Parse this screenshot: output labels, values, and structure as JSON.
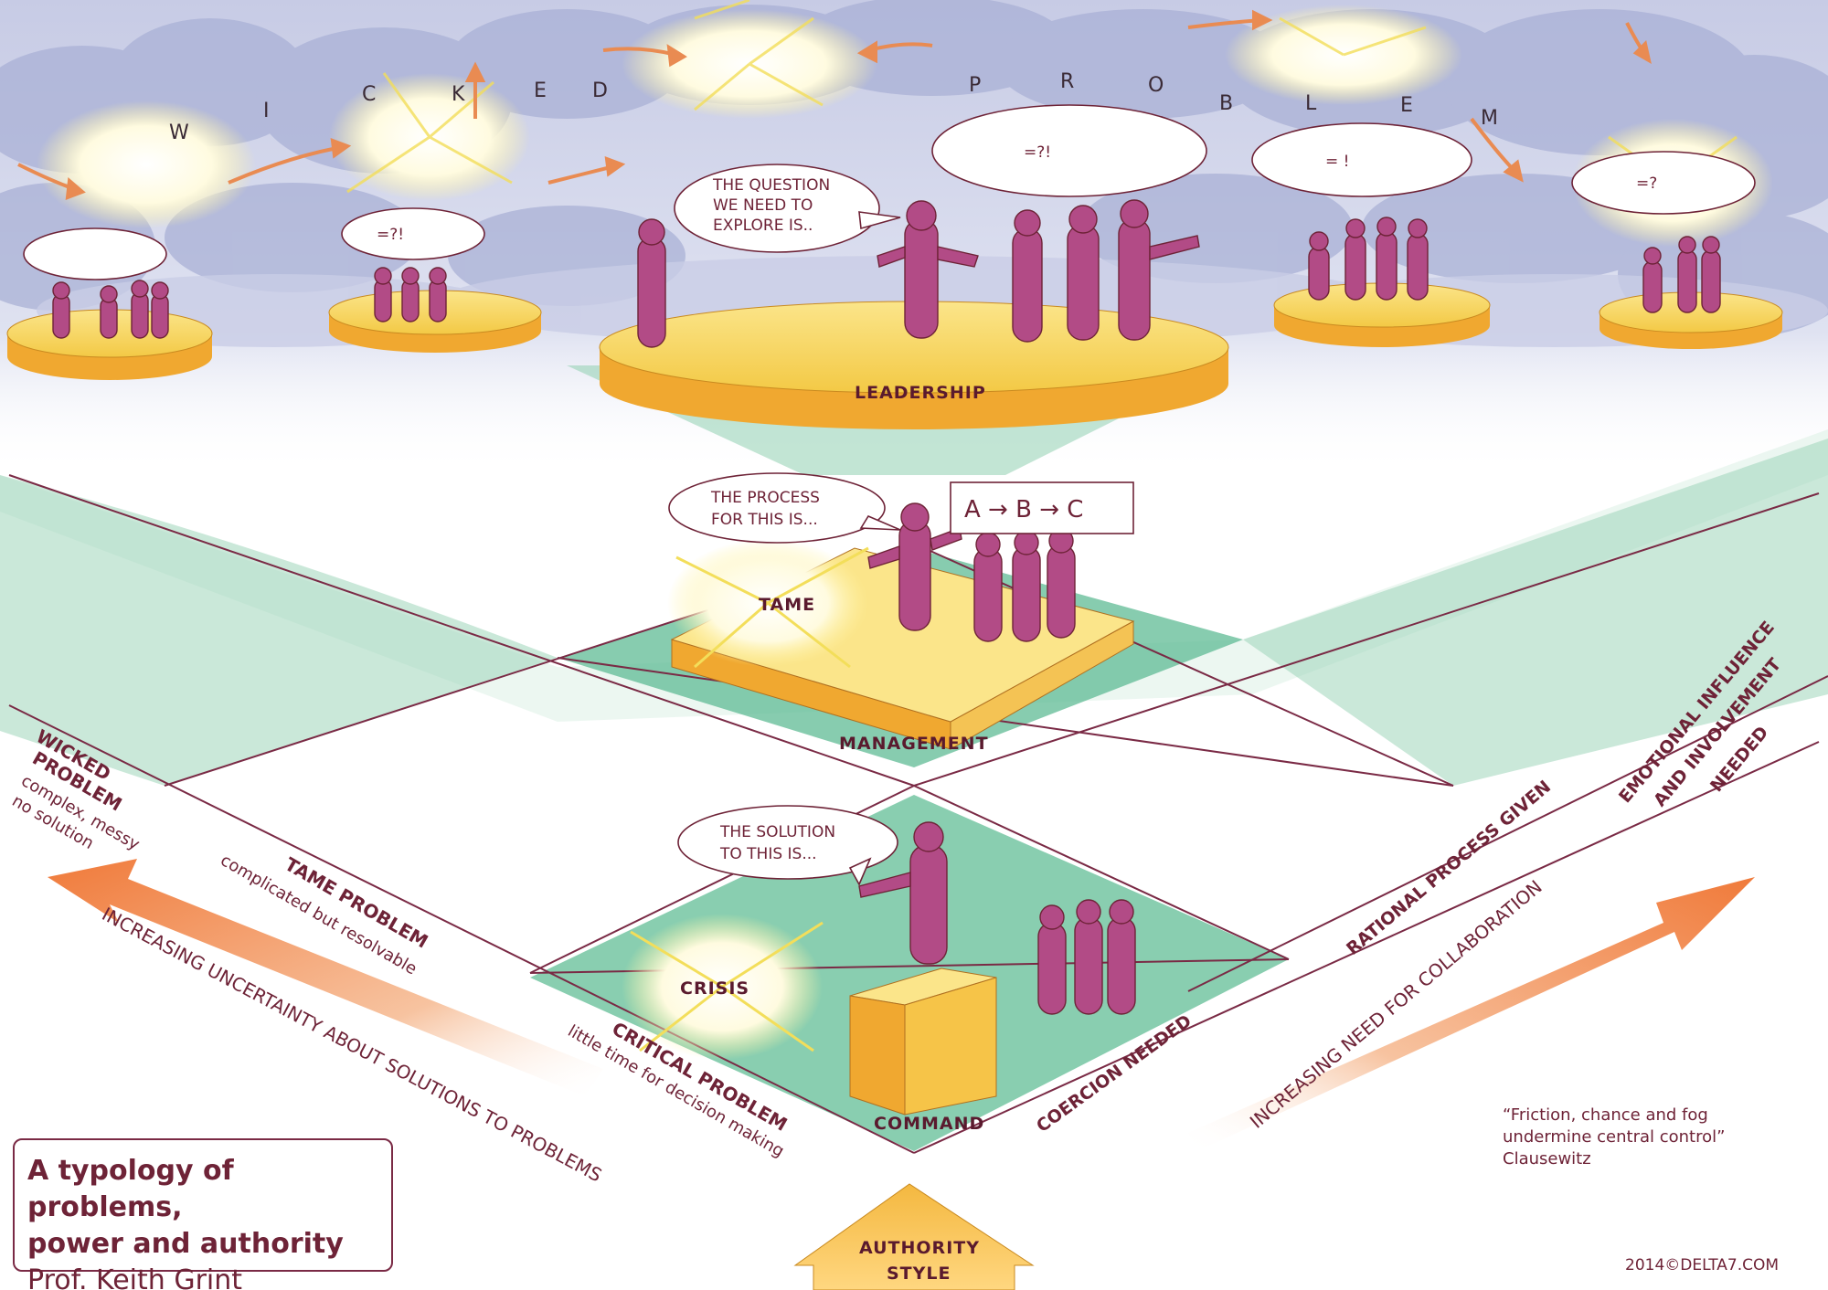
{
  "sky": {
    "word_wicked": [
      "W",
      "I",
      "C",
      "K",
      "E",
      "D"
    ],
    "word_problem": [
      "P",
      "R",
      "O",
      "B",
      "L",
      "E",
      "M"
    ]
  },
  "platforms": {
    "leadership": "LEADERSHIP",
    "management": "MANAGEMENT",
    "command": "COMMAND"
  },
  "bursts": {
    "tame": "TAME",
    "crisis": "CRISIS"
  },
  "bubbles": {
    "question": [
      "THE QUESTION",
      "WE NEED TO",
      "EXPLORE IS.."
    ],
    "process": [
      "THE PROCESS",
      "FOR THIS IS..."
    ],
    "solution": [
      "THE SOLUTION",
      "TO THIS IS..."
    ],
    "process_sign": "A → B → C",
    "scribble_small": "=?!",
    "scribble_mid": "=?!",
    "scribble_right": "= !",
    "scribble_far": "=?"
  },
  "left_axis": {
    "wicked_title": [
      "WICKED",
      "PROBLEM"
    ],
    "wicked_sub": [
      "complex, messy",
      "no solution"
    ],
    "tame_title": "TAME PROBLEM",
    "tame_sub": "complicated but resolvable",
    "critical_title": "CRITICAL PROBLEM",
    "critical_sub": "little time for decision making",
    "arrow_label": "INCREASING UNCERTAINTY ABOUT SOLUTIONS TO PROBLEMS"
  },
  "right_axis": {
    "coercion": "COERCION NEEDED",
    "rational": "RATIONAL PROCESS GIVEN",
    "emotional": [
      "EMOTIONAL INFLUENCE",
      "AND INVOLVEMENT",
      "NEEDED"
    ],
    "arrow_label": "INCREASING NEED FOR COLLABORATION"
  },
  "authority": [
    "AUTHORITY",
    "STYLE"
  ],
  "quote": [
    "“Friction, chance and fog",
    "undermine central control”",
    "Clausewitz"
  ],
  "title": {
    "line1": "A typology of problems,",
    "line2": "power and authority",
    "author": "Prof. Keith Grint"
  },
  "copyright": "2014©DELTA7.COM",
  "colors": {
    "maroon": "#6e2337",
    "figure": "#b24b86",
    "platform_yellow": "#f6d35a",
    "platform_orange": "#f0a830",
    "floor_green": "#8fd0b0",
    "sky_blue": "#b9bfdc",
    "arrow_orange": "#f08a4b"
  }
}
